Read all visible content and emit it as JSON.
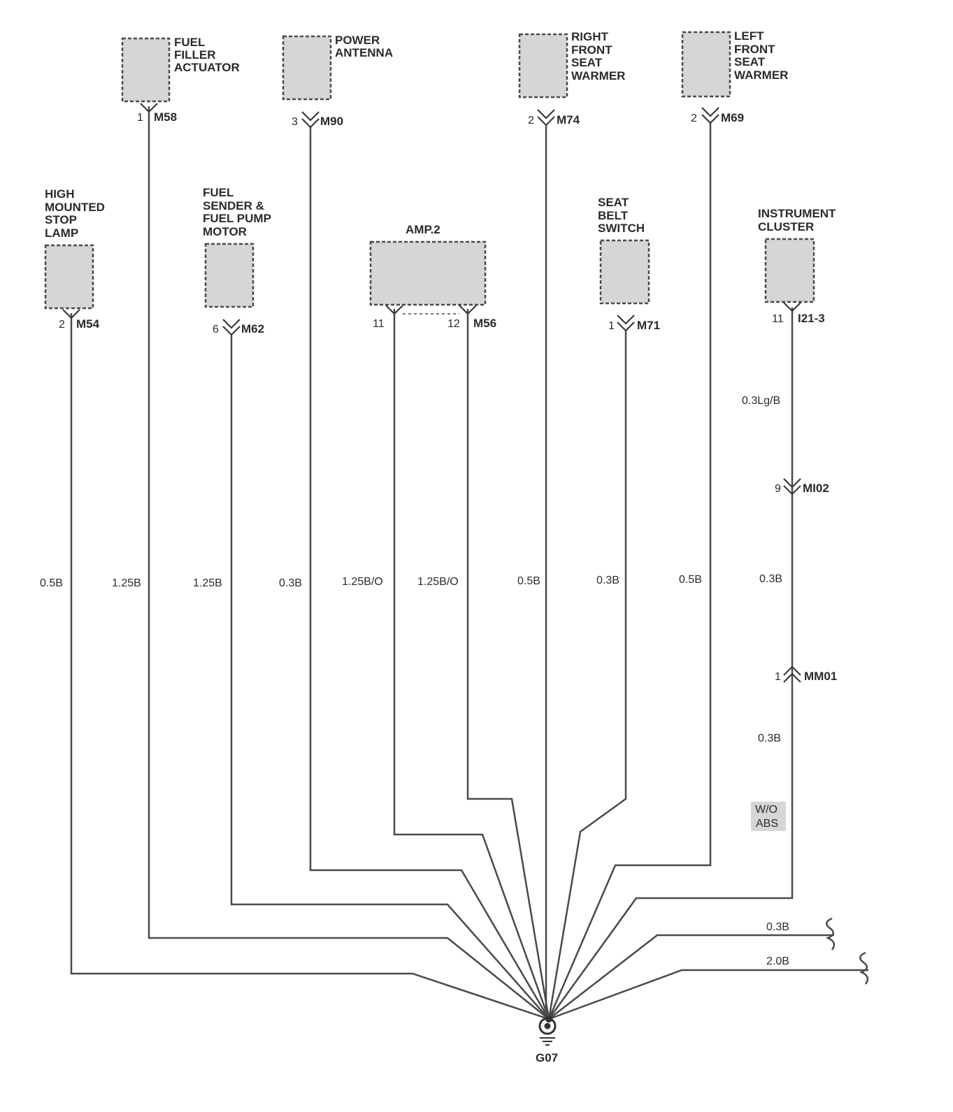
{
  "components": [
    {
      "id": "fuel_filler",
      "lines": [
        "FUEL",
        "FILLER",
        "ACTUATOR"
      ],
      "pin": "1",
      "connector": "M58",
      "style": "single"
    },
    {
      "id": "power_antenna",
      "lines": [
        "POWER",
        "ANTENNA"
      ],
      "pin": "3",
      "connector": "M90",
      "style": "double"
    },
    {
      "id": "rf_seat_warmer",
      "lines": [
        "RIGHT",
        "FRONT",
        "SEAT",
        "WARMER"
      ],
      "pin": "2",
      "connector": "M74",
      "style": "double"
    },
    {
      "id": "lf_seat_warmer",
      "lines": [
        "LEFT",
        "FRONT",
        "SEAT",
        "WARMER"
      ],
      "pin": "2",
      "connector": "M69",
      "style": "double"
    },
    {
      "id": "hm_stop_lamp",
      "lines": [
        "HIGH",
        "MOUNTED",
        "STOP",
        "LAMP"
      ],
      "pin": "2",
      "connector": "M54",
      "style": "single"
    },
    {
      "id": "fuel_sender",
      "lines": [
        "FUEL",
        "SENDER &",
        "FUEL PUMP",
        "MOTOR"
      ],
      "pin": "6",
      "connector": "M62",
      "style": "double"
    },
    {
      "id": "amp2",
      "lines": [
        "AMP.2"
      ],
      "pin": "11",
      "pin2": "12",
      "connector": "M56",
      "style": "single"
    },
    {
      "id": "seat_belt",
      "lines": [
        "SEAT",
        "BELT",
        "SWITCH"
      ],
      "pin": "1",
      "connector": "M71",
      "style": "double"
    },
    {
      "id": "inst_cluster",
      "lines": [
        "INSTRUMENT",
        "CLUSTER"
      ],
      "pin": "11",
      "connector": "I21-3",
      "style": "single"
    }
  ],
  "inline_connectors": [
    {
      "id": "mi02",
      "pin": "9",
      "connector": "MI02"
    },
    {
      "id": "mm01",
      "pin": "1",
      "connector": "MM01"
    }
  ],
  "wire_labels": {
    "hm_stop_lamp": "0.5B",
    "fuel_filler": "1.25B",
    "fuel_sender": "1.25B",
    "power_antenna": "0.3B",
    "amp2_11": "1.25B/O",
    "amp2_12": "1.25B/O",
    "rf_seat_warmer": "0.5B",
    "seat_belt": "0.3B",
    "lf_seat_warmer": "0.5B",
    "inst_cluster_upper": "0.3Lg/B",
    "inst_cluster_mid": "0.3B",
    "inst_cluster_lower": "0.3B",
    "extra_1": "0.3B",
    "extra_2": "2.0B"
  },
  "notes": {
    "wo_abs_line1": "W/O",
    "wo_abs_line2": "ABS"
  },
  "ground": {
    "label": "G07"
  }
}
